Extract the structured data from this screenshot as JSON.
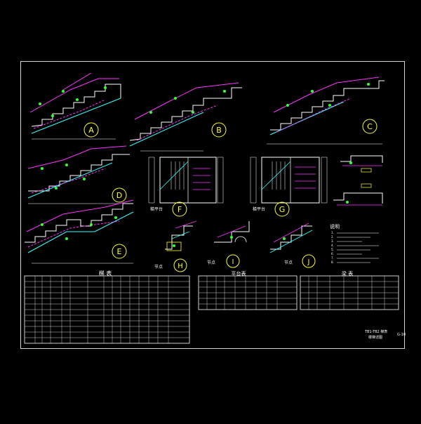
{
  "drawing": {
    "background": "#000000",
    "colors": {
      "frame": "#d8d8d8",
      "stair_outline": "#ffffff",
      "rebar_magenta": "#ff33ff",
      "rebar_cyan": "#33ffff",
      "marker_green": "#33ff33",
      "dimension": "#ffffff",
      "label_circle": "#ffff33",
      "hatch_yellow": "#ffff33"
    },
    "section_labels": [
      "A",
      "B",
      "C",
      "D",
      "F",
      "G",
      "H",
      "I",
      "J"
    ],
    "small_labels": {
      "plan_f": "梯平台",
      "plan_g": "梯平台",
      "detail_h": "节点",
      "detail_i": "节点",
      "detail_j": "节点"
    },
    "notes": {
      "heading": "说明",
      "lines": [
        "1.",
        "2.",
        "3.",
        "4.",
        "5.",
        "6.",
        "7.",
        "8."
      ]
    },
    "tables": {
      "stair_table_title": "梯 表",
      "platform_table_title": "平台表",
      "beam_table_title": "梁 表"
    },
    "title_block": {
      "line1": "TB1-TB2 梯表",
      "line2": "楼梯详图",
      "sheet_no": "G-10"
    }
  }
}
